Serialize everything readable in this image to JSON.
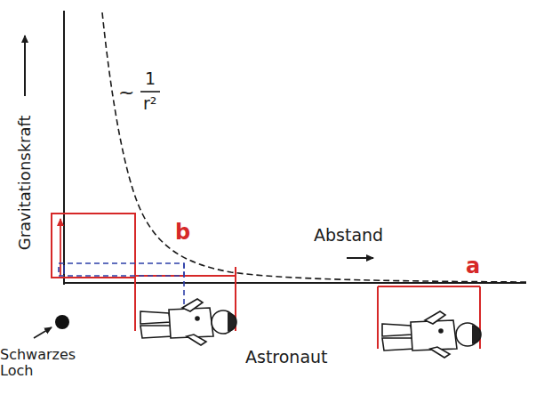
{
  "diagram": {
    "labels": [
      "Gravitationskraft",
      "~",
      "1",
      "r²",
      "b",
      "Abstand",
      "a",
      "Schwarzes Loch",
      "Astronaut"
    ]
  }
}
